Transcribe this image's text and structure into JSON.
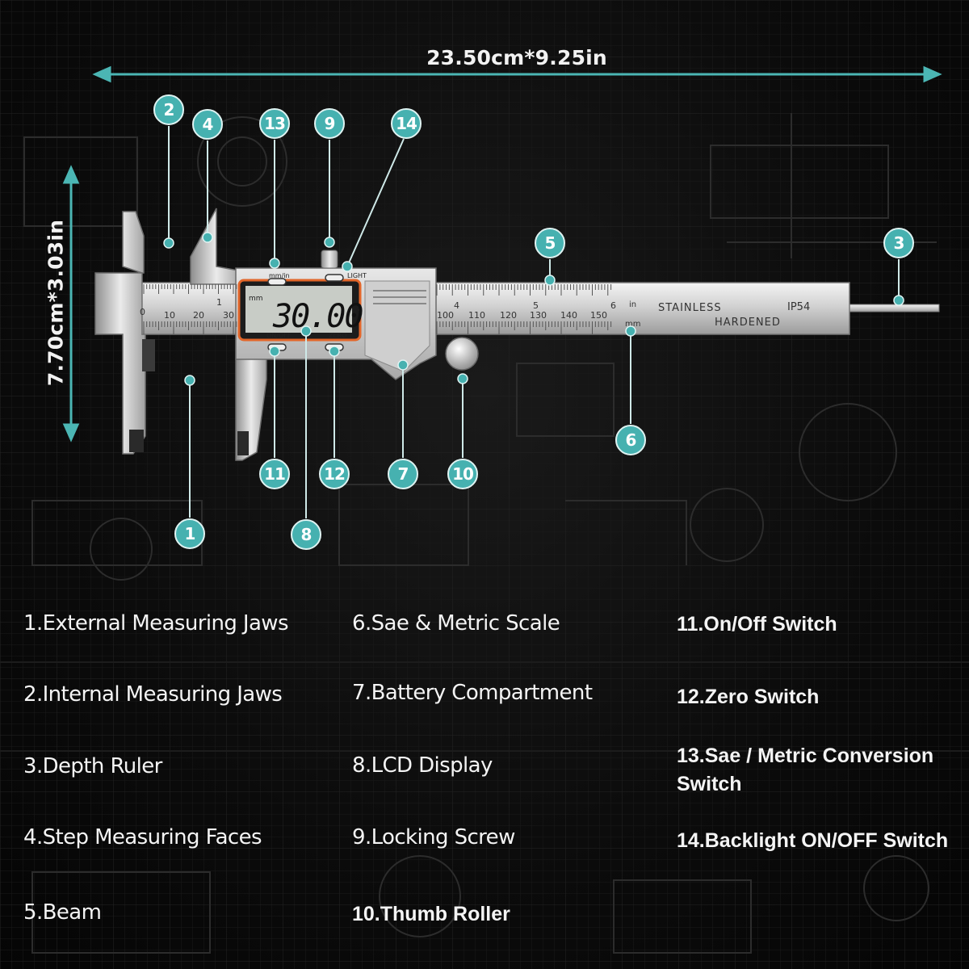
{
  "dimensions": {
    "width": "23.50cm*9.25in",
    "height": "7.70cm*3.03in"
  },
  "colors": {
    "accent": "#46b1b0",
    "background": "#070707",
    "text": "#f4f4f4",
    "lcd_trim": "#e2662a"
  },
  "caliper": {
    "lcd_reading": "30.00",
    "lcd_unit": "mm",
    "button_mm_in": "mm/in",
    "button_light": "LIGHT",
    "button_on_off": "ON/OFF",
    "button_zero": "ZERO",
    "beam_text_stainless": "STAINLESS",
    "beam_text_hardened": "HARDENED",
    "beam_text_ip": "IP54",
    "scale_unit_in": "in",
    "scale_unit_mm": "mm",
    "scale_numbers_left": [
      "0",
      "10",
      "20",
      "30"
    ],
    "scale_numbers_right": [
      "100",
      "110",
      "120",
      "130",
      "140",
      "150"
    ],
    "inch_numbers": [
      "1",
      "4",
      "5",
      "6"
    ]
  },
  "callouts": [
    "1",
    "2",
    "3",
    "4",
    "5",
    "6",
    "7",
    "8",
    "9",
    "10",
    "11",
    "12",
    "13",
    "14"
  ],
  "legend": [
    "1.External Measuring Jaws",
    "2.Internal Measuring Jaws",
    "3.Depth Ruler",
    "4.Step Measuring Faces",
    "5.Beam",
    "6.Sae & Metric Scale",
    "7.Battery Compartment",
    "8.LCD Display",
    "9.Locking Screw",
    "10.Thumb Roller",
    "11.On/Off Switch",
    "12.Zero Switch",
    "13.Sae / Metric Conversion Switch",
    "14.Backlight ON/OFF Switch"
  ]
}
